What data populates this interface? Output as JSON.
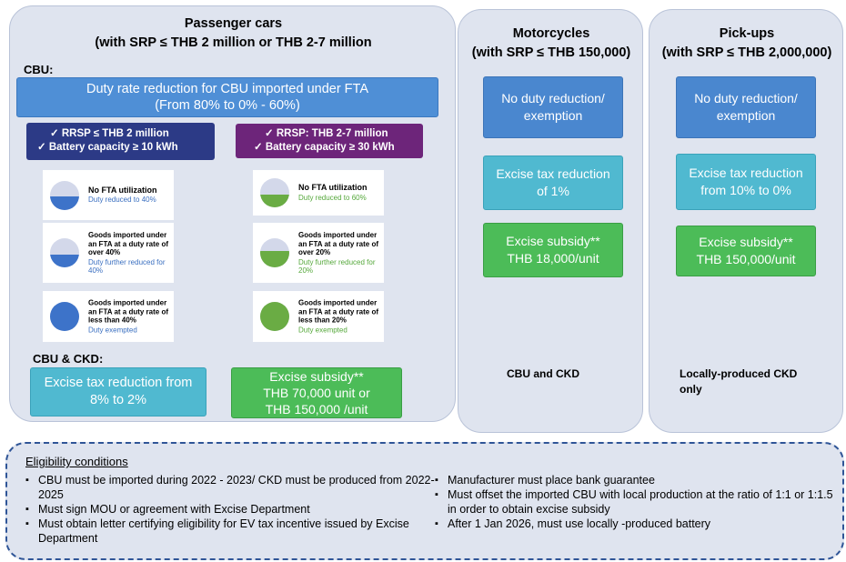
{
  "passenger": {
    "title_line1": "Passenger cars",
    "title_line2": "(with SRP ≤  THB 2 million or THB 2-7 million",
    "cbu_label": "CBU:",
    "duty_bar_line1": "Duty rate reduction for CBU imported under FTA",
    "duty_bar_line2": "(From 80% to 0% - 60%)",
    "criteria_left": [
      "✓  RRSP ≤ THB 2 million",
      "✓  Battery capacity ≥ 10 kWh"
    ],
    "criteria_right": [
      "✓  RRSP: THB 2-7 million",
      "✓  Battery capacity ≥ 30 kWh"
    ],
    "cards_left": [
      {
        "title": "No FTA utilization",
        "sub": "Duty reduced to 40%",
        "fill_fraction": 0.45
      },
      {
        "title": "Goods imported under an FTA at a duty rate of over 40%",
        "sub": "Duty further reduced for 40%",
        "fill_fraction": 0.45
      },
      {
        "title": "Goods imported under an FTA at a duty rate of less than 40%",
        "sub": "Duty exempted",
        "fill_fraction": 1.0
      }
    ],
    "cards_right": [
      {
        "title": "No FTA utilization",
        "sub": "Duty reduced to 60%",
        "fill_fraction": 0.45
      },
      {
        "title": "Goods imported under an FTA at a duty rate of over 20%",
        "sub": "Duty further reduced for 20%",
        "fill_fraction": 0.55
      },
      {
        "title": "Goods imported under an FTA at a duty rate of less than 20%",
        "sub": "Duty exempted",
        "fill_fraction": 1.0
      }
    ],
    "cbu_ckd_label": "CBU & CKD:",
    "excise_reduction": "Excise tax reduction from 8% to 2%",
    "excise_subsidy": [
      "Excise subsidy**",
      "THB 70,000 unit or",
      "THB 150,000 /unit"
    ]
  },
  "motorcycles": {
    "title_line1": "Motorcycles",
    "title_line2": "(with SRP ≤ THB 150,000)",
    "box1": "No duty reduction/ exemption",
    "box2": "Excise tax reduction of 1%",
    "box3_line1": "Excise subsidy**",
    "box3_line2": "THB 18,000/unit",
    "footer": "CBU and CKD"
  },
  "pickups": {
    "title_line1": "Pick-ups",
    "title_line2": "(with SRP ≤ THB 2,000,000)",
    "box1": "No duty reduction/ exemption",
    "box2": "Excise tax reduction from 10% to 0%",
    "box3_line1": "Excise subsidy**",
    "box3_line2": "THB 150,000/unit",
    "footer": "Locally-produced CKD only"
  },
  "eligibility": {
    "title": "Eligibility conditions",
    "left": [
      "CBU must be imported during 2022 - 2023/  CKD must be produced from 2022-2025",
      "Must  sign MOU or agreement with Excise Department",
      "Must obtain letter certifying eligibility for EV tax incentive issued by Excise Department"
    ],
    "right": [
      "Manufacturer must place bank guarantee",
      "Must offset the imported CBU with local production at the ratio of 1:1 or 1:1.5 in order to obtain excise subsidy",
      "After 1 Jan 2026, must use locally -produced battery"
    ]
  },
  "colors": {
    "panel_bg": "#dfe4ef",
    "blue": "#4a87cf",
    "teal": "#50b9d0",
    "green": "#4cbc58",
    "navy": "#2c3a86",
    "purple": "#6d257a",
    "blue_fill": "#3d73c9",
    "green_fill": "#6aac44"
  }
}
